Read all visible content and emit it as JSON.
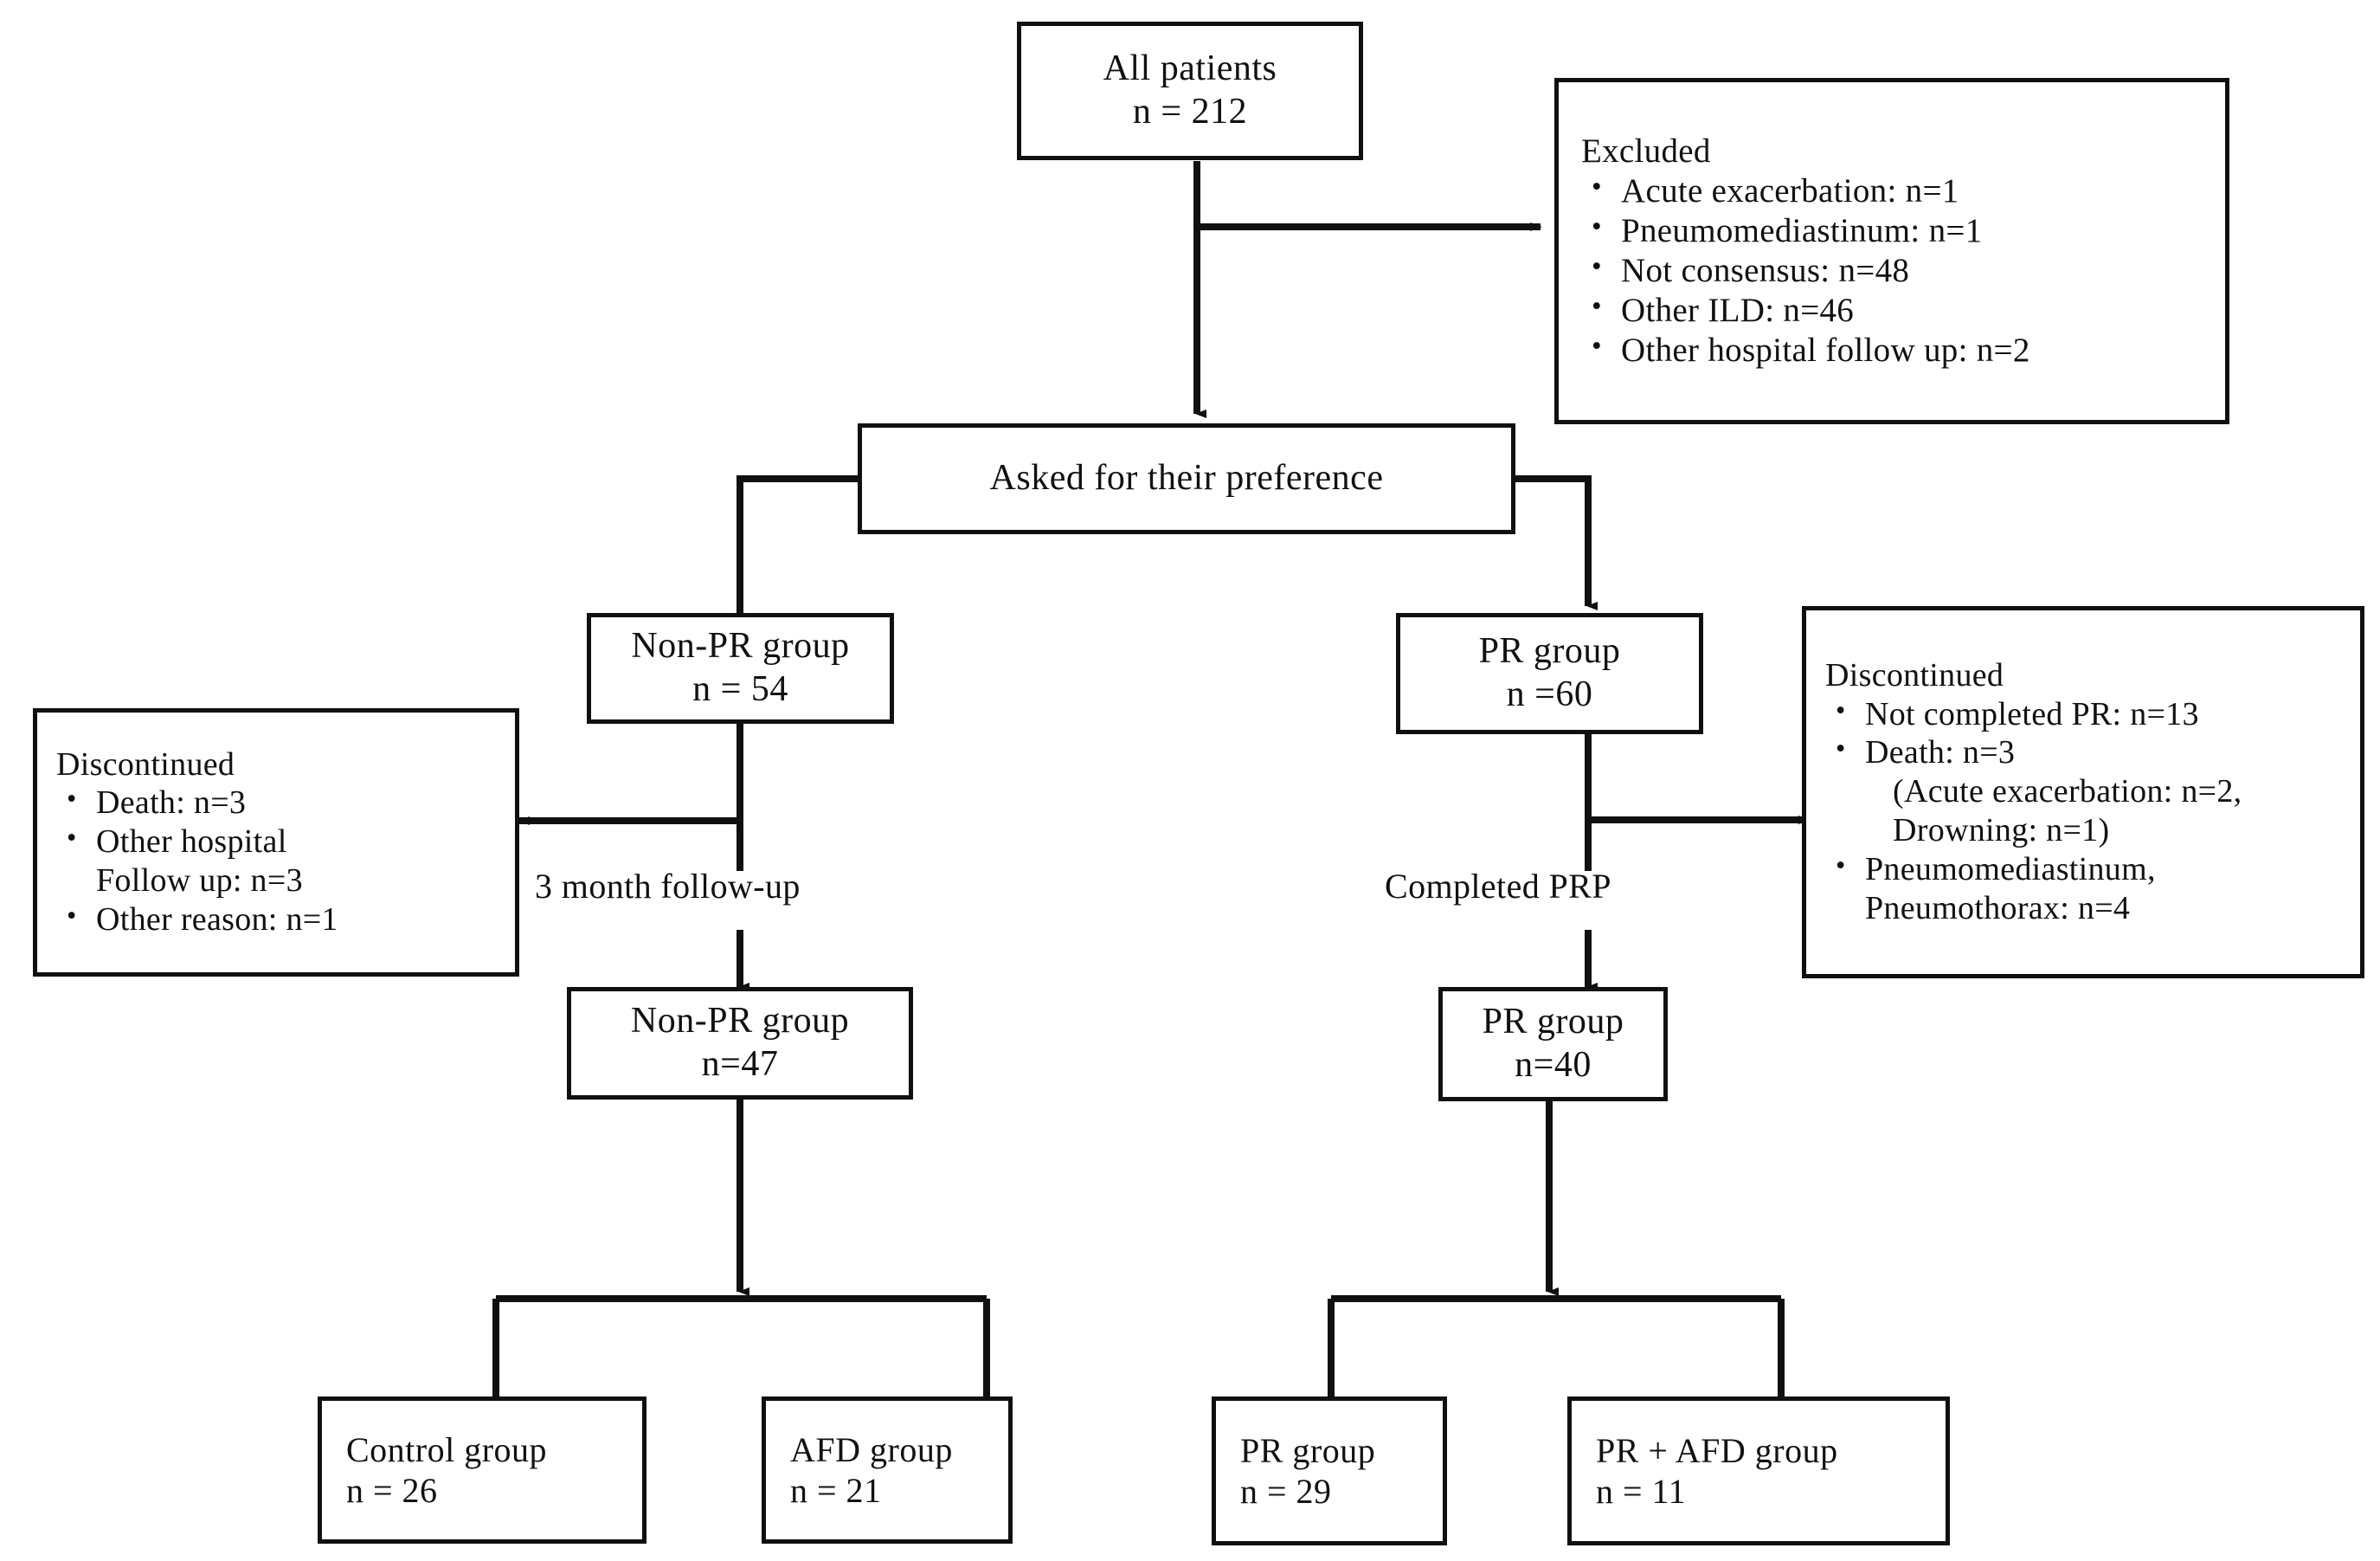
{
  "figure": {
    "type": "flow-diagram",
    "title": "Patient enrollment flow diagram",
    "stroke_color": "#101010",
    "background_color": "#ffffff"
  },
  "nodes": {
    "all_patients": {
      "label": "All patients",
      "count": "n = 212"
    },
    "excluded": {
      "title": "Excluded",
      "items": [
        "Acute exacerbation:  n=1",
        "Pneumomediastinum:  n=1",
        "Not consensus: n=48",
        "Other ILD:  n=46",
        "Other hospital follow up: n=2"
      ]
    },
    "asked_preference": {
      "label": "Asked for their preference"
    },
    "nonpr_group_54": {
      "label": "Non-PR group",
      "count": "n = 54"
    },
    "pr_group_60": {
      "label": "PR group",
      "count": "n =60"
    },
    "discontinued_left": {
      "title": "Discontinued",
      "items": [
        "Death:  n=3",
        "Other hospital\nFollow up: n=3",
        "Other reason: n=1"
      ]
    },
    "discontinued_right": {
      "title": "Discontinued",
      "items": [
        "Not completed PR: n=13",
        "Death:  n=3",
        "(Acute exacerbation: n=2,\nDrowning:  n=1)",
        "Pneumomediastinum,\nPneumothorax: n=4"
      ]
    },
    "nonpr_group_47": {
      "label": "Non-PR group",
      "count": "n=47"
    },
    "pr_group_40": {
      "label": "PR group",
      "count": "n=40"
    },
    "control_group": {
      "label": "Control group",
      "count": "n = 26"
    },
    "afd_group": {
      "label": "AFD group",
      "count": "n = 21"
    },
    "pr_group_29": {
      "label": "PR group",
      "count": "n = 29"
    },
    "pr_afd_group": {
      "label": "PR + AFD group",
      "count": "n = 11"
    }
  },
  "edge_labels": {
    "three_month_followup": "3 month follow-up",
    "completed_prp": "Completed PRP"
  }
}
